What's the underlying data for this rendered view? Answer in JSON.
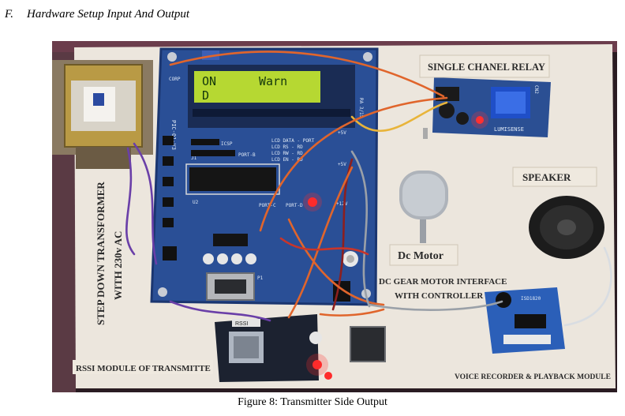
{
  "section": {
    "number": "F.",
    "title": "Hardware Setup Input And Output"
  },
  "figure": {
    "caption": "Figure 8: Transmitter Side Output",
    "labels": {
      "relay": "SINGLE CHANEL RELAY",
      "speaker": "SPEAKER",
      "dc_motor": "Dc Motor",
      "gear_interface_line1": "DC GEAR MOTOR INTERFACE",
      "gear_interface_line2": "WITH CONTROLLER",
      "transformer_line1": "STEP DOWN TRANSFORMER",
      "transformer_line2": "WITH 230v AC",
      "rssi_module": "RSSI MODULE OF TRANSMITTE",
      "voice_module": "VOICE RECORDER & PLAYBACK MODULE"
    },
    "lcd": {
      "line1_left": "ON",
      "line1_right": "Warn",
      "line2": "D"
    },
    "board": {
      "model": "PIC-01-V3",
      "brand": "LUMISENSE",
      "rssi_tag": "RSSI",
      "isd_chip": "ISD1820",
      "cn2": "CN2",
      "lcd_data": "LCD DATA - PORT",
      "lcd_rs": "LCD RS - RD",
      "lcd_rw": "LCD RW - RD",
      "lcd_en": "LCD EN - RD",
      "port_b": "PORT-B",
      "port_c": "PORT-C",
      "port_d": "PORT-D",
      "j1": "J1",
      "u2": "U2",
      "p1": "P1",
      "corp": "CORP",
      "ra": "RA 3/15",
      "v5a": "+5V",
      "v5b": "+5V",
      "v12": "+12V",
      "icsp": "ICSP"
    }
  }
}
